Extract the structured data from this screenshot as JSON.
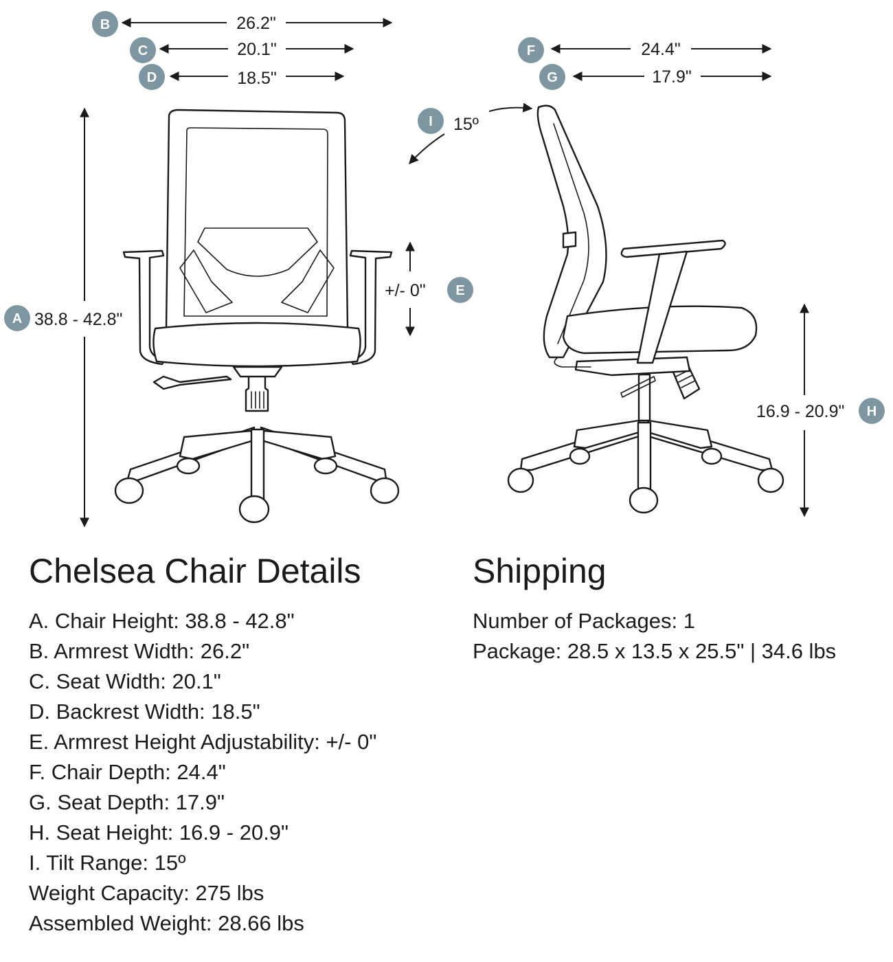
{
  "dimensions": {
    "A": {
      "letter": "A",
      "label": "38.8 - 42.8\""
    },
    "B": {
      "letter": "B",
      "label": "26.2\""
    },
    "C": {
      "letter": "C",
      "label": "20.1\""
    },
    "D": {
      "letter": "D",
      "label": "18.5\""
    },
    "E": {
      "letter": "E",
      "label": "+/- 0\""
    },
    "F": {
      "letter": "F",
      "label": "24.4\""
    },
    "G": {
      "letter": "G",
      "label": "17.9\""
    },
    "H": {
      "letter": "H",
      "label": "16.9 - 20.9\""
    },
    "I": {
      "letter": "I",
      "label": "15º"
    }
  },
  "colors": {
    "badge": "#7d96a1",
    "line": "#1a1a1a",
    "text": "#1a1a1a"
  },
  "details": {
    "title": "Chelsea Chair Details",
    "items": [
      "A. Chair Height: 38.8 - 42.8\"",
      "B. Armrest Width: 26.2\"",
      "C. Seat Width: 20.1\"",
      "D. Backrest Width: 18.5\"",
      "E. Armrest Height Adjustability: +/- 0\"",
      "F. Chair Depth: 24.4\"",
      "G. Seat Depth: 17.9\"",
      "H. Seat Height: 16.9 - 20.9\"",
      "I. Tilt Range: 15º",
      "Weight Capacity: 275 lbs",
      "Assembled Weight: 28.66 lbs"
    ]
  },
  "shipping": {
    "title": "Shipping",
    "items": [
      "Number of Packages: 1",
      "Package: 28.5 x 13.5 x 25.5\" | 34.6 lbs"
    ]
  }
}
